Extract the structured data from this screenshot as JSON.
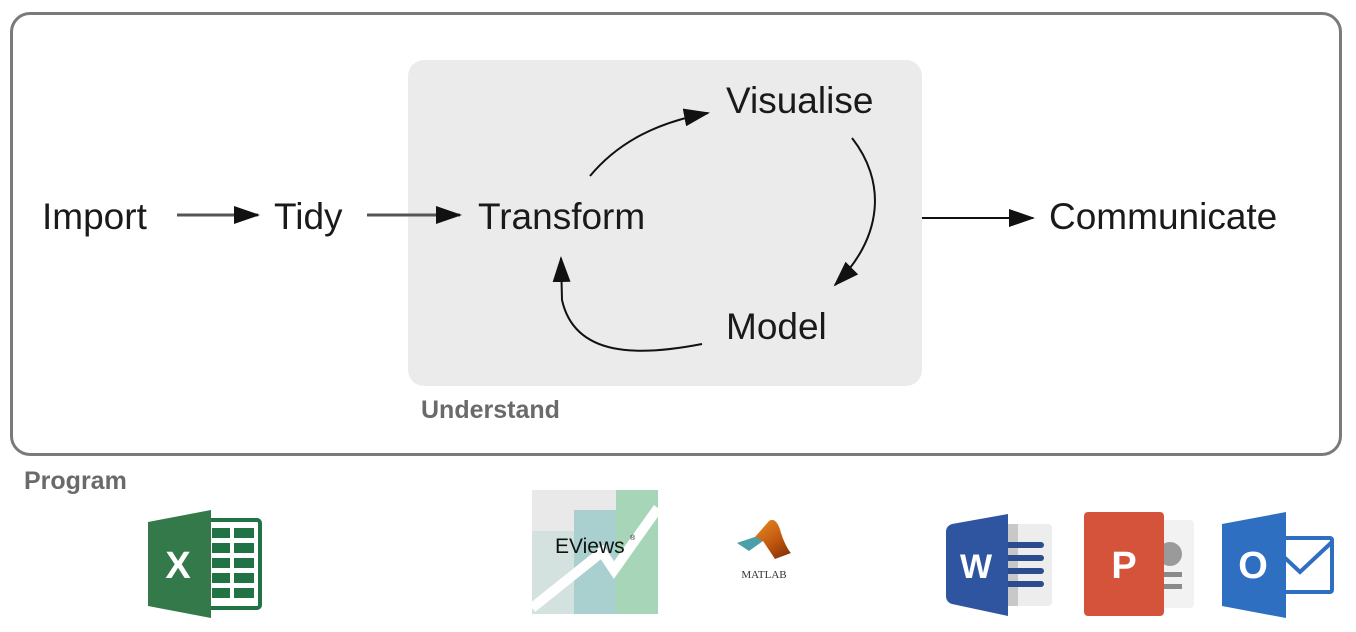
{
  "diagram": {
    "outer_label": "Program",
    "inner_label": "Understand",
    "nodes": {
      "import": "Import",
      "tidy": "Tidy",
      "transform": "Transform",
      "visualise": "Visualise",
      "model": "Model",
      "communicate": "Communicate"
    },
    "edges": [
      {
        "from": "Import",
        "to": "Tidy"
      },
      {
        "from": "Tidy",
        "to": "Transform"
      },
      {
        "from": "Transform",
        "to": "Visualise"
      },
      {
        "from": "Visualise",
        "to": "Model"
      },
      {
        "from": "Model",
        "to": "Transform"
      },
      {
        "from": "Understand",
        "to": "Communicate"
      }
    ]
  },
  "logos": {
    "excel": {
      "name": "Microsoft Excel",
      "letter": "X",
      "color": "#217346"
    },
    "eviews": {
      "name": "EViews",
      "text": "EViews",
      "mark": "®"
    },
    "matlab": {
      "name": "MATLAB",
      "text": "MATLAB"
    },
    "word": {
      "name": "Microsoft Word",
      "letter": "W",
      "color": "#2b579a"
    },
    "powerpoint": {
      "name": "Microsoft PowerPoint",
      "letter": "P",
      "color": "#d24726"
    },
    "outlook": {
      "name": "Microsoft Outlook",
      "letter": "O",
      "color": "#0072c6"
    }
  },
  "colors": {
    "outer_border": "#7a7a7a",
    "inner_fill": "#ebebeb",
    "text": "#1a1a1a",
    "caption": "#6a6a6a"
  }
}
